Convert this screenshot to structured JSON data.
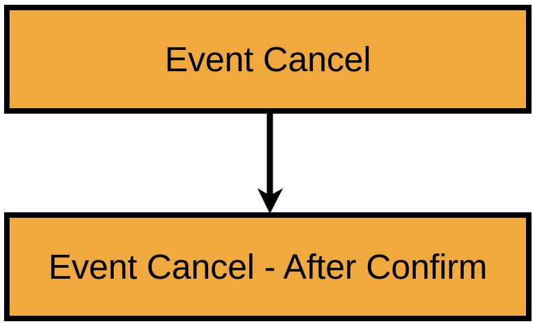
{
  "diagram": {
    "type": "flowchart",
    "orientation": "top-to-bottom",
    "background_color": "#ffffff",
    "node_fill_color": "#efa93f",
    "node_border_color": "#000000",
    "edge_color": "#000000",
    "text_color": "#000000",
    "nodes": [
      {
        "id": "event-cancel",
        "label": "Event Cancel",
        "shape": "rectangle"
      },
      {
        "id": "event-cancel-after-confirm",
        "label": "Event Cancel - After Confirm",
        "shape": "rectangle"
      }
    ],
    "edges": [
      {
        "id": "edge-event-cancel-to-after-confirm",
        "from": "event-cancel",
        "to": "event-cancel-after-confirm",
        "label": "",
        "arrowhead": "barbed-vee",
        "direction": "down"
      }
    ]
  }
}
